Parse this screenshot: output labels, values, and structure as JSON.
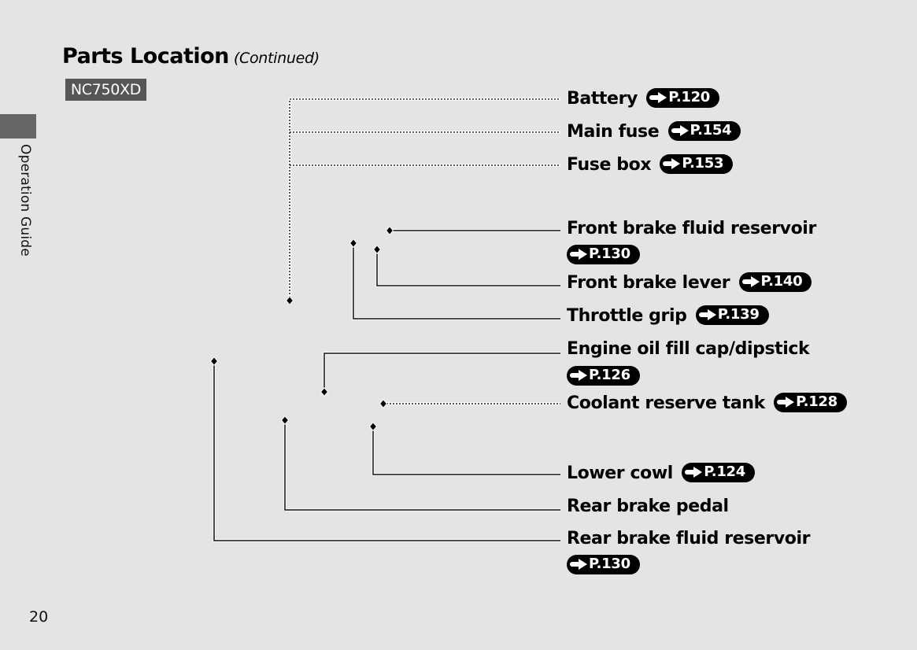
{
  "page": {
    "title": "Parts Location",
    "title_suffix": "(Continued)",
    "model": "NC750XD",
    "section_tab": "Operation Guide",
    "page_number": "20"
  },
  "colors": {
    "background": "#e4e4e3",
    "badge": "#565656",
    "ref_pill": "#000000"
  },
  "parts": [
    {
      "name": "Battery",
      "ref": "P.120",
      "leader": "dotted"
    },
    {
      "name": "Main fuse",
      "ref": "P.154",
      "leader": "dotted"
    },
    {
      "name": "Fuse box",
      "ref": "P.153",
      "leader": "dotted"
    },
    {
      "name": "Front brake fluid reservoir",
      "ref": "P.130",
      "leader": "solid"
    },
    {
      "name": "Front brake lever",
      "ref": "P.140",
      "leader": "solid"
    },
    {
      "name": "Throttle grip",
      "ref": "P.139",
      "leader": "solid"
    },
    {
      "name": "Engine oil fill cap/dipstick",
      "ref": "P.126",
      "leader": "solid"
    },
    {
      "name": "Coolant reserve tank",
      "ref": "P.128",
      "leader": "dotted"
    },
    {
      "name": "Lower cowl",
      "ref": "P.124",
      "leader": "solid"
    },
    {
      "name": "Rear brake pedal",
      "ref": null,
      "leader": "solid"
    },
    {
      "name": "Rear brake fluid reservoir",
      "ref": "P.130",
      "leader": "solid"
    }
  ],
  "icons": {
    "ref_arrow": "right-arrow-icon"
  }
}
